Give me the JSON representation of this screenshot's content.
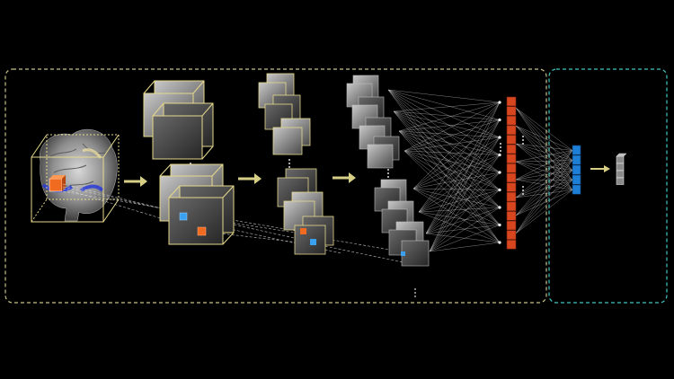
{
  "colors": {
    "background": "#000000",
    "feature_panel_border": "#c9c28a",
    "classifier_panel_border": "#3fc6c0",
    "cube_edge": "#e6d98c",
    "arrow": "#d8cf86",
    "dense_layer": "#d8461f",
    "output_layer": "#1e7fd6",
    "patch_orange": "#f06a1f",
    "patch_blue": "#3aa0f0",
    "connection_lines": "#d9d9d9"
  },
  "layers": [
    {
      "stage": "input-volume"
    },
    {
      "stage": "conv-block-1",
      "maps": 4
    },
    {
      "stage": "conv-block-2",
      "maps": 6
    },
    {
      "stage": "conv-block-3",
      "maps": 10
    },
    {
      "stage": "dense-layer",
      "units": 16
    },
    {
      "stage": "output-layer",
      "units": 5
    },
    {
      "stage": "prediction",
      "units": 4
    }
  ],
  "icons": [
    "brain-icon",
    "arrow-right-icon",
    "ellipsis-icon"
  ]
}
